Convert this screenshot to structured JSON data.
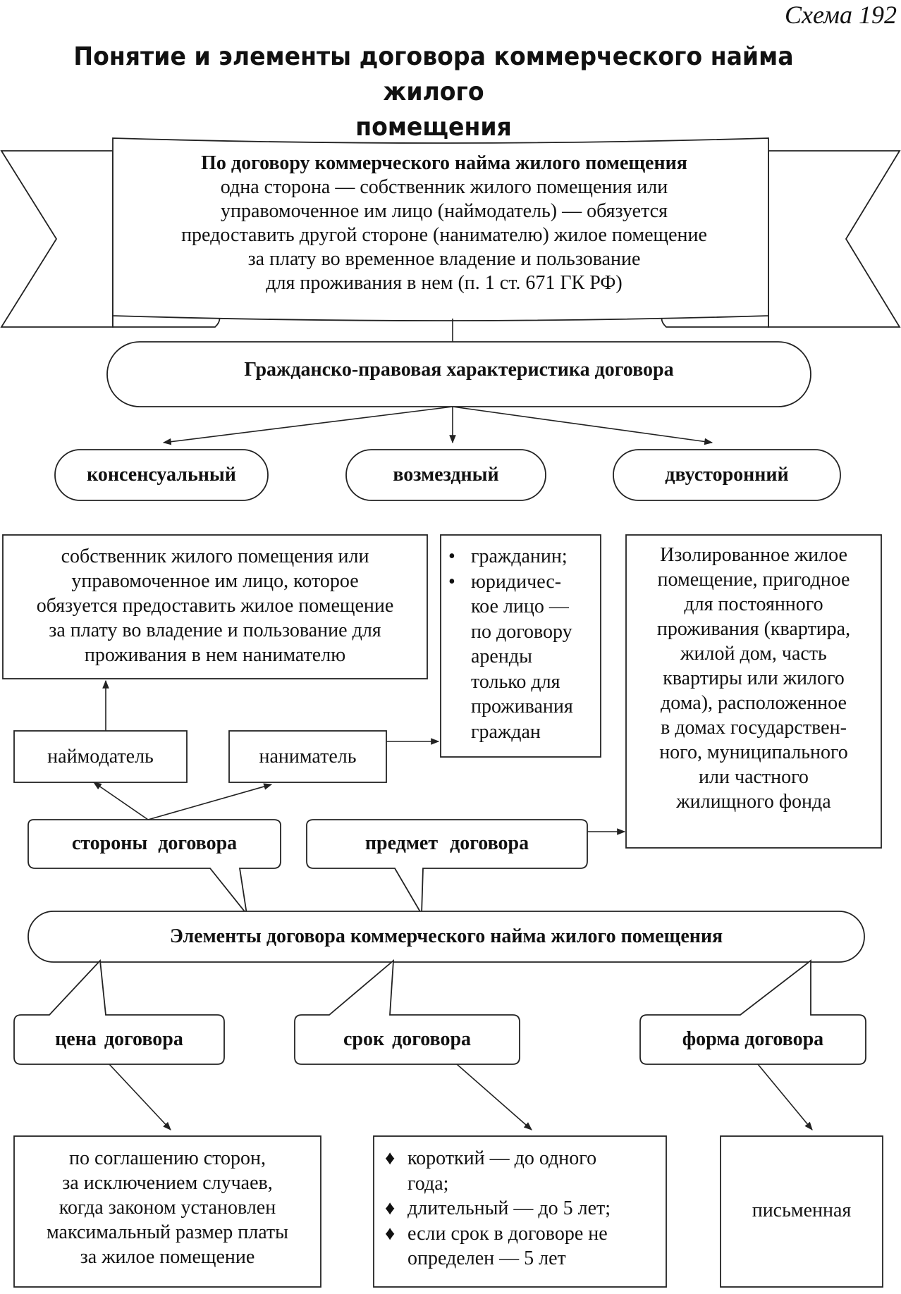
{
  "header": {
    "scheme_label": "Схема 192",
    "title_line1": "Понятие и элементы договора коммерческого найма жилого",
    "title_line2": "помещения"
  },
  "definition": {
    "line1": "По договору коммерческого найма жилого помещения",
    "line2": "одна сторона — собственник жилого помещения или",
    "line3": "управомоченное им лицо (наймодатель) — обязуется",
    "line4": "предоставить другой стороне (нанимателю) жилое помещение",
    "line5": "за плату во временное владение и пользование",
    "line6": "для проживания в нем (п. 1 ст. 671 ГК РФ)"
  },
  "characteristic": {
    "title": "Гражданско-правовая характеристика договора",
    "items": [
      "консенсуальный",
      "возмездный",
      "двусторонний"
    ]
  },
  "landlord_definition": {
    "line1": "собственник жилого помещения или",
    "line2": "управомоченное им лицо, которое",
    "line3": "обязуется предоставить жилое помещение",
    "line4": "за плату во владение и пользование для",
    "line5": "проживания в нем нанимателю"
  },
  "tenant_types": {
    "bullet": "•",
    "item1": "гражданин;",
    "item2_line1": "юридичес-",
    "item2_line2": "кое лицо —",
    "item2_line3": "по договору",
    "item2_line4": "аренды",
    "item2_line5": "только для",
    "item2_line6": "проживания",
    "item2_line7": "граждан"
  },
  "subject_definition": {
    "line1": "Изолированное жилое",
    "line2": "помещение, пригодное",
    "line3": "для постоянного",
    "line4": "проживания (квартира,",
    "line5": "жилой дом, часть",
    "line6": "квартиры или жилого",
    "line7": "дома), расположенное",
    "line8": "в домах государствен-",
    "line9": "ного, муниципального",
    "line10": "или частного",
    "line11": "жилищного фонда"
  },
  "parties": {
    "landlord": "наймодатель",
    "tenant": "наниматель",
    "callout": "стороны договора"
  },
  "subject": {
    "callout": "предмет договора"
  },
  "elements": {
    "title": "Элементы договора коммерческого найма жилого помещения"
  },
  "price": {
    "callout": "цена договора",
    "line1": "по соглашению сторон,",
    "line2": "за исключением случаев,",
    "line3": "когда законом установлен",
    "line4": "максимальный размер платы",
    "line5": "за жилое помещение"
  },
  "term": {
    "callout": "срок договора",
    "bullet": "♦",
    "item1_line1": "короткий — до одного",
    "item1_line2": "года;",
    "item2": "длительный — до 5 лет;",
    "item3_line1": "если срок в договоре не",
    "item3_line2": "определен — 5 лет"
  },
  "form": {
    "callout": "форма договора",
    "value": "письменная"
  }
}
